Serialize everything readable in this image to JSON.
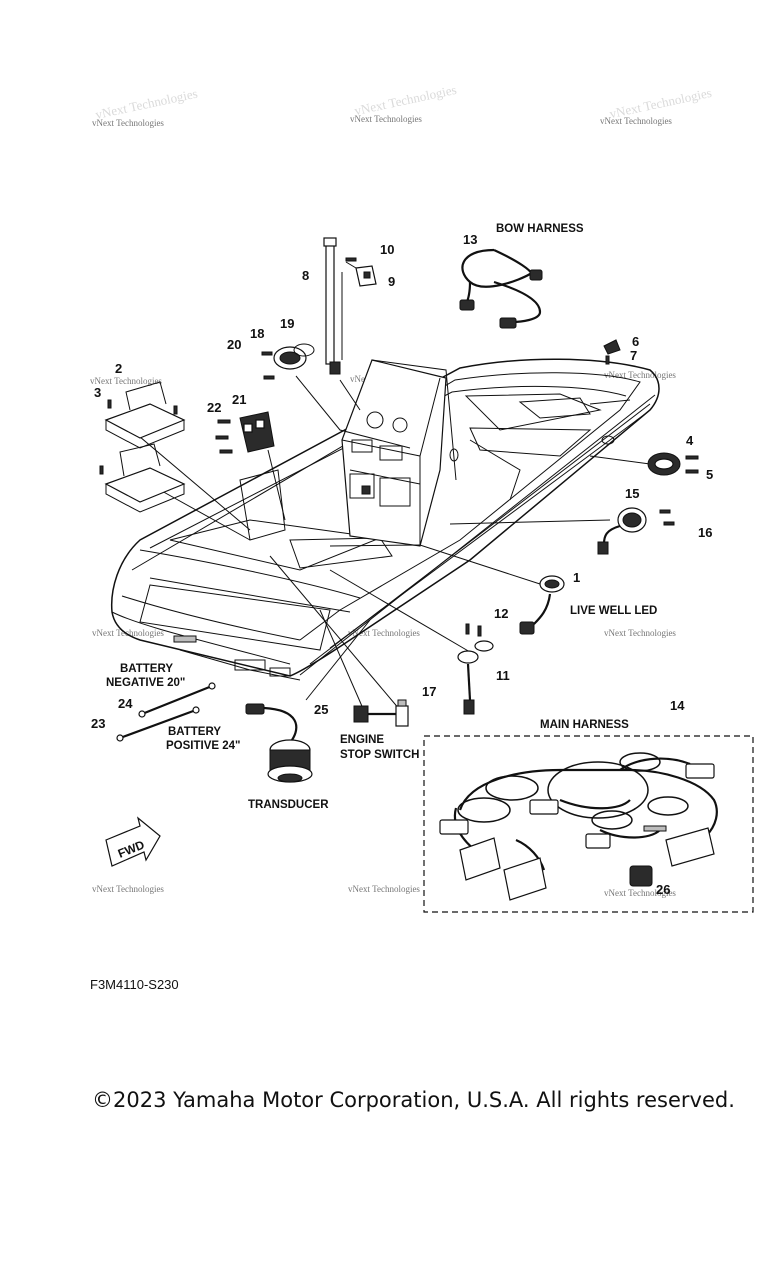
{
  "watermark": {
    "text": "vNext Technologies"
  },
  "diagram": {
    "callouts": [
      "1",
      "2",
      "3",
      "4",
      "5",
      "6",
      "7",
      "8",
      "9",
      "10",
      "11",
      "12",
      "13",
      "14",
      "15",
      "16",
      "17",
      "18",
      "19",
      "20",
      "21",
      "22",
      "23",
      "24",
      "25",
      "26"
    ],
    "captions": {
      "bow_harness": "BOW HARNESS",
      "live_well_led": "LIVE WELL LED",
      "main_harness": "MAIN HARNESS",
      "battery_negative_1": "BATTERY",
      "battery_negative_2": "NEGATIVE 20\"",
      "battery_positive_1": "BATTERY",
      "battery_positive_2": "POSITIVE 24\"",
      "engine_stop_1": "ENGINE",
      "engine_stop_2": "STOP SWITCH",
      "transducer": "TRANSDUCER",
      "fwd": "FWD"
    }
  },
  "footer": {
    "part_code": "F3M4110-S230",
    "copyright": "©2023 Yamaha Motor Corporation, U.S.A. All rights reserved."
  }
}
